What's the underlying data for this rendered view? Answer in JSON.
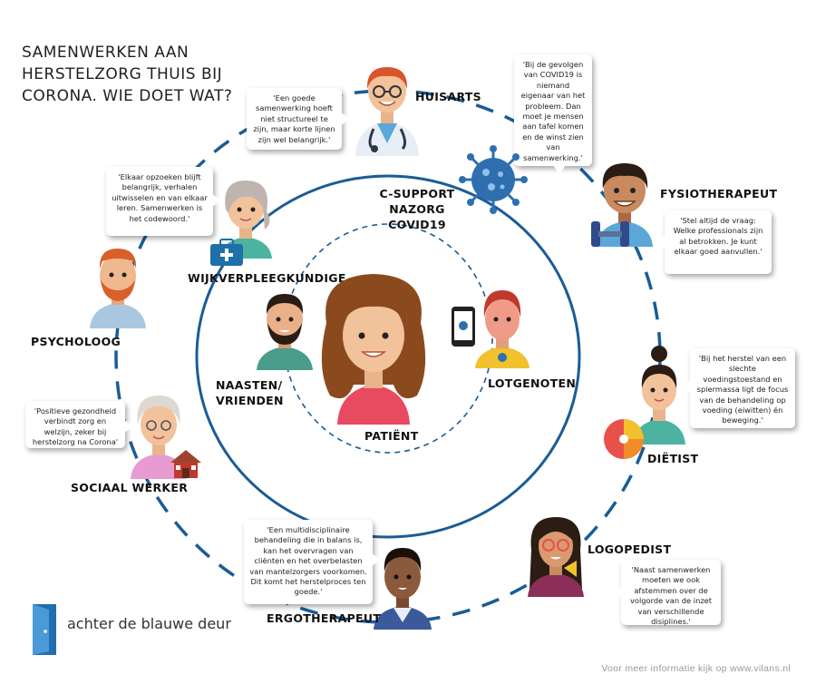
{
  "title": "SAMENWERKEN AAN HERSTELZORG THUIS BIJ CORONA. WIE DOET WAT?",
  "colors": {
    "ring": "#1a5c96",
    "accent": "#2f6fb0",
    "skin": "#f2c29b",
    "hair_brown": "#8b4a1e"
  },
  "labels": {
    "huisarts": "HUISARTS",
    "fysiotherapeut": "FYSIOTHERAPEUT",
    "c_support": "C-SUPPORT NAZORG COVID19",
    "wijkverpleegkundige": "WIJKVERPLEEGKUNDIGE",
    "psycholoog": "PSYCHOLOOG",
    "naasten": "NAASTEN/ VRIENDEN",
    "patient": "PATIËNT",
    "lotgenoten": "LOTGENOTEN",
    "dietist": "DIËTIST",
    "sociaal_werker": "SOCIAAL WERKER",
    "logopedist": "LOGOPEDIST",
    "ergotherapeut": "ERGOTHERAPEUT"
  },
  "quotes": {
    "huisarts": "'Een goede samenwerking hoeft niet structureel te zijn, maar korte lijnen zijn wel belangrijk.'",
    "c_support": "'Bij de gevolgen van COVID19 is niemand eigenaar van het probleem. Dan moet je mensen aan tafel komen en de winst zien van samenwerking.'",
    "wijkverpleegkundige": "'Elkaar opzoeken blijft belangrijk, verhalen uitwisselen en van elkaar leren. Samenwerken is het codewoord.'",
    "fysiotherapeut": "'Stel altijd de vraag: Welke professionals zijn al betrokken. Je kunt elkaar goed aanvullen.'",
    "dietist": "'Bij het herstel van een slechte voedingstoestand en spiermassa ligt de focus van de behandeling op voeding (eiwitten) én beweging.'",
    "sociaal_werker": "'Positieve gezondheid verbindt zorg en welzijn, zeker bij herstelzorg na Corona'",
    "ergotherapeut": "'Een multidisciplinaire behandeling die in balans is, kan het overvragen van cliënten en het overbelasten van mantelzorgers voorkomen. Dit komt het herstelproces ten goede.'",
    "logopedist": "'Naast samenwerken moeten we ook afstemmen over de volgorde van de inzet van verschillende disiplines.'"
  },
  "logo_text": "achter de blauwe deur",
  "footer": "Voor meer informatie kijk op www.vilans.nl",
  "icons": [
    "doctor-icon",
    "virus-icon",
    "physio-icon",
    "dumbbell-icon",
    "nurse-icon",
    "medical-bag-icon",
    "psychologist-icon",
    "friend-icon",
    "patient-icon",
    "smartphone-icon",
    "peer-icon",
    "dietitian-icon",
    "food-plate-icon",
    "social-worker-icon",
    "house-icon",
    "speech-therapist-icon",
    "occupational-therapist-icon",
    "door-logo-icon"
  ]
}
